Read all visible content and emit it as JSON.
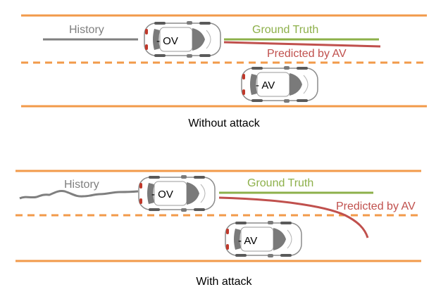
{
  "colors": {
    "lane_line": "#f29a4a",
    "history": "#7f7f7f",
    "ground_truth": "#8db04a",
    "predicted": "#c0504d",
    "caption": "#000000",
    "car_body": "#ffffff",
    "car_outline": "#8c8c8c",
    "car_glass": "#7a7a7a",
    "tail_light": "#c0392b"
  },
  "panels": [
    {
      "caption": "Without attack",
      "history_label": "History",
      "ground_truth_label": "Ground Truth",
      "predicted_label": "Predicted by AV",
      "ov_label": "- OV",
      "av_label": "- AV"
    },
    {
      "caption": "With attack",
      "history_label": "History",
      "ground_truth_label": "Ground Truth",
      "predicted_label": "Predicted by AV",
      "ov_label": "- OV",
      "av_label": "- AV"
    }
  ]
}
